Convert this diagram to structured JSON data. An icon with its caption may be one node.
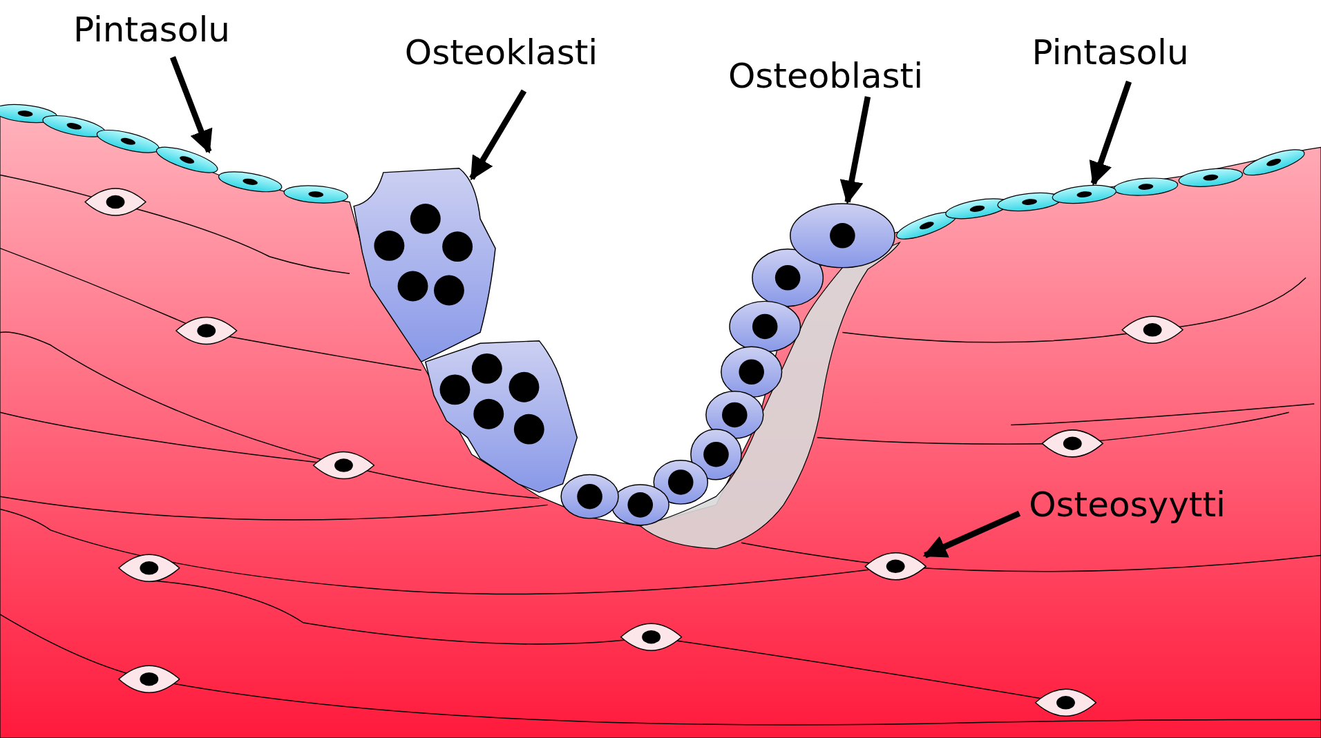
{
  "diagram": {
    "nodes": [
      {
        "text": [
          "Pintasolu"
        ]
      },
      {
        "text": [],
        "shape": "picture"
      },
      {
        "text": [
          "Osteoklasti"
        ]
      },
      {
        "text": [],
        "shape": "picture"
      },
      {
        "text": [
          "Osteoblasti"
        ]
      },
      {
        "text": [],
        "shape": "picture"
      },
      {
        "text": [
          "Pintasolu"
        ]
      },
      {
        "text": [],
        "shape": "picture"
      },
      {
        "text": [
          "Osteosyytti"
        ]
      },
      {
        "text": [],
        "shape": "picture"
      }
    ],
    "edges": [
      {
        "from": 0,
        "to": 1,
        "arrow": "to"
      },
      {
        "from": 2,
        "to": 3,
        "arrow": "to"
      },
      {
        "from": 4,
        "to": 5,
        "arrow": "to"
      },
      {
        "from": 6,
        "to": 7,
        "arrow": "to"
      },
      {
        "from": 8,
        "to": 9,
        "arrow": "to"
      }
    ]
  }
}
